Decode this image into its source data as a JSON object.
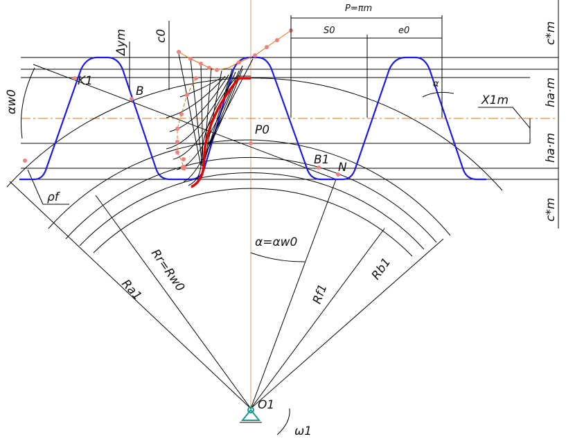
{
  "labels": {
    "pitch": "P=πm",
    "tooth_thickness": "S0",
    "space_width": "e0",
    "clearance_top": "c*m",
    "clearance_bottom": "c*m",
    "addendum_top": "ha·m",
    "addendum_bottom": "ha·m",
    "shift": "X1m",
    "profile_angle": "α",
    "delta_y": "Δym",
    "c0": "c0",
    "alpha_w0": "αw0",
    "K1": "K1",
    "B": "B",
    "P0": "P0",
    "B1": "B1",
    "N": "N",
    "rho_f": "ρf",
    "Ra1": "Ra1",
    "Rr": "Rr=Rw0",
    "alpha_eq": "α=αw0",
    "Rf1": "Rf1",
    "Rb1": "Rb1",
    "O1": "O1",
    "omega1": "ω1"
  },
  "colors": {
    "rack": "#1a1ae6",
    "gear_profile": "#e60000",
    "construction": "#e07000",
    "points": "#f08080",
    "support": "#1a9a8a"
  }
}
